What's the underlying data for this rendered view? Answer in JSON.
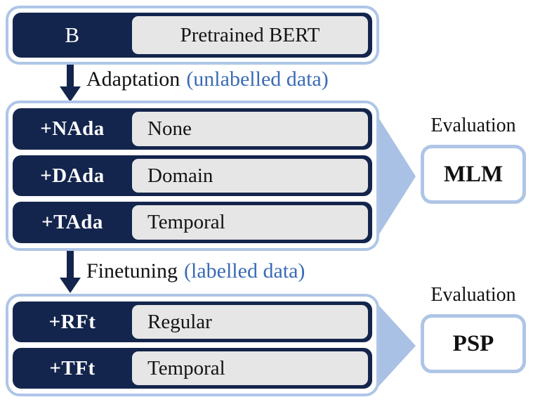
{
  "colors": {
    "navy": "#14254d",
    "light_blue_border": "#aec5e6",
    "chevron_blue": "#a9c1e4",
    "box_gray": "#e6e6e6",
    "note_text_blue": "#3a6bb5"
  },
  "pretrained_box": {
    "label": "B",
    "value": "Pretrained BERT"
  },
  "adaptation_step": {
    "action": "Adaptation",
    "note": "(unlabelled data)"
  },
  "adaptation_group": {
    "rows": [
      {
        "label": "+NAda",
        "value": "None"
      },
      {
        "label": "+DAda",
        "value": "Domain"
      },
      {
        "label": "+TAda",
        "value": "Temporal"
      }
    ]
  },
  "mlm_evaluation": {
    "heading": "Evaluation",
    "metric": "MLM"
  },
  "finetuning_step": {
    "action": "Finetuning",
    "note": "(labelled data)"
  },
  "finetuning_group": {
    "rows": [
      {
        "label": "+RFt",
        "value": "Regular"
      },
      {
        "label": "+TFt",
        "value": "Temporal"
      }
    ]
  },
  "psp_evaluation": {
    "heading": "Evaluation",
    "metric": "PSP"
  }
}
